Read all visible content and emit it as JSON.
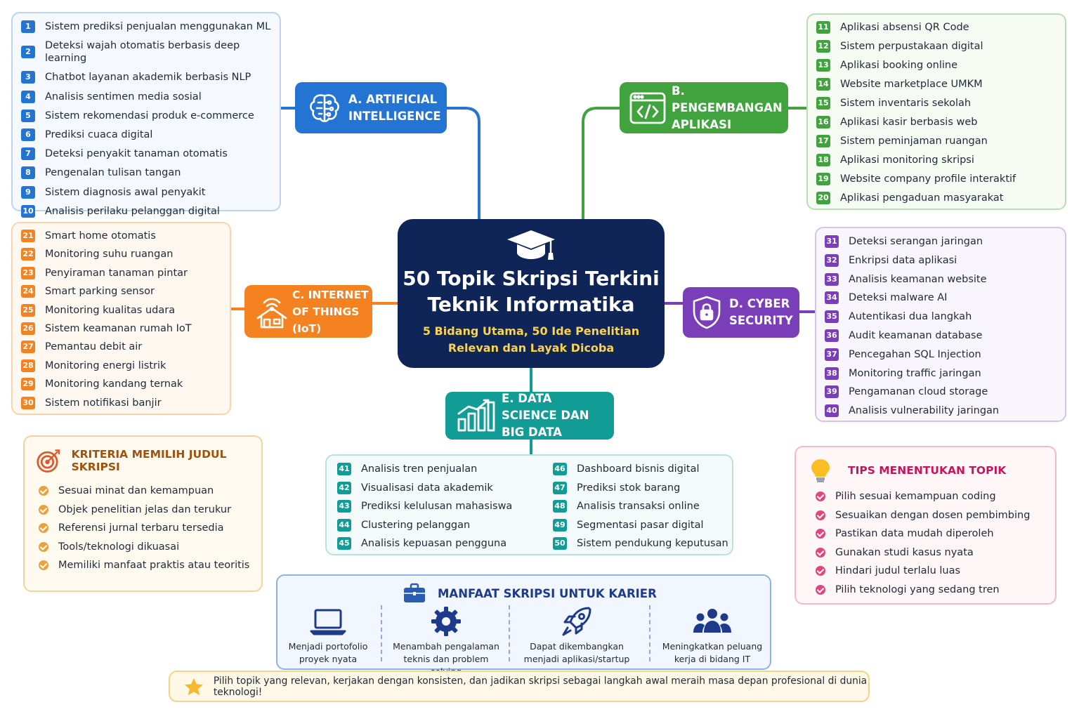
{
  "title": "50 Topik Skripsi Terkini Teknik Informatika",
  "subtitle": "5 Bidang Utama, 50 Ide Penelitian Relevan dan Layak Dicoba",
  "colors": {
    "ai": "#2474d4",
    "app": "#41a33e",
    "iot": "#f58220",
    "cyber": "#7a3fb8",
    "data": "#119c96",
    "center": "#0f2557"
  },
  "categories": {
    "ai": {
      "label": "A. ARTIFICIAL INTELLIGENCE",
      "icon": "brain-circuit-icon",
      "topics": [
        {
          "no": "1",
          "text": "Sistem prediksi penjualan menggunakan ML"
        },
        {
          "no": "2",
          "text": "Deteksi wajah otomatis berbasis deep learning"
        },
        {
          "no": "3",
          "text": "Chatbot layanan akademik berbasis NLP"
        },
        {
          "no": "4",
          "text": "Analisis sentimen media sosial"
        },
        {
          "no": "5",
          "text": "Sistem rekomendasi produk e-commerce"
        },
        {
          "no": "6",
          "text": "Prediksi cuaca digital"
        },
        {
          "no": "7",
          "text": "Deteksi penyakit tanaman otomatis"
        },
        {
          "no": "8",
          "text": "Pengenalan tulisan tangan"
        },
        {
          "no": "9",
          "text": "Sistem diagnosis awal penyakit"
        },
        {
          "no": "10",
          "text": "Analisis perilaku pelanggan digital"
        }
      ]
    },
    "app": {
      "label": "B. PENGEMBANGAN APLIKASI",
      "icon": "code-window-icon",
      "topics": [
        {
          "no": "11",
          "text": "Aplikasi absensi QR Code"
        },
        {
          "no": "12",
          "text": "Sistem perpustakaan digital"
        },
        {
          "no": "13",
          "text": "Aplikasi booking online"
        },
        {
          "no": "14",
          "text": "Website marketplace UMKM"
        },
        {
          "no": "15",
          "text": "Sistem inventaris sekolah"
        },
        {
          "no": "16",
          "text": "Aplikasi kasir berbasis web"
        },
        {
          "no": "17",
          "text": "Sistem peminjaman ruangan"
        },
        {
          "no": "18",
          "text": "Aplikasi monitoring skripsi"
        },
        {
          "no": "19",
          "text": "Website company profile interaktif"
        },
        {
          "no": "20",
          "text": "Aplikasi pengaduan masyarakat"
        }
      ]
    },
    "iot": {
      "label": "C. INTERNET OF THINGS (IoT)",
      "icon": "smart-home-icon",
      "topics": [
        {
          "no": "21",
          "text": "Smart home otomatis"
        },
        {
          "no": "22",
          "text": "Monitoring suhu ruangan"
        },
        {
          "no": "23",
          "text": "Penyiraman tanaman pintar"
        },
        {
          "no": "24",
          "text": "Smart parking sensor"
        },
        {
          "no": "25",
          "text": "Monitoring kualitas udara"
        },
        {
          "no": "26",
          "text": "Sistem keamanan rumah IoT"
        },
        {
          "no": "27",
          "text": "Pemantau debit air"
        },
        {
          "no": "28",
          "text": "Monitoring energi listrik"
        },
        {
          "no": "29",
          "text": "Monitoring kandang ternak"
        },
        {
          "no": "30",
          "text": "Sistem notifikasi banjir"
        }
      ]
    },
    "cyber": {
      "label": "D. CYBER SECURITY",
      "icon": "shield-lock-icon",
      "topics": [
        {
          "no": "31",
          "text": "Deteksi serangan jaringan"
        },
        {
          "no": "32",
          "text": "Enkripsi data aplikasi"
        },
        {
          "no": "33",
          "text": "Analisis keamanan website"
        },
        {
          "no": "34",
          "text": "Deteksi malware AI"
        },
        {
          "no": "35",
          "text": "Autentikasi dua langkah"
        },
        {
          "no": "36",
          "text": "Audit keamanan database"
        },
        {
          "no": "37",
          "text": "Pencegahan SQL Injection"
        },
        {
          "no": "38",
          "text": "Monitoring traffic jaringan"
        },
        {
          "no": "39",
          "text": "Pengamanan cloud storage"
        },
        {
          "no": "40",
          "text": "Analisis vulnerability jaringan"
        }
      ]
    },
    "data": {
      "label": "E. DATA SCIENCE DAN BIG DATA",
      "icon": "bar-chart-icon",
      "topics": [
        {
          "no": "41",
          "text": "Analisis tren penjualan"
        },
        {
          "no": "42",
          "text": "Visualisasi data akademik"
        },
        {
          "no": "43",
          "text": "Prediksi kelulusan mahasiswa"
        },
        {
          "no": "44",
          "text": "Clustering pelanggan"
        },
        {
          "no": "45",
          "text": "Analisis kepuasan pengguna"
        },
        {
          "no": "46",
          "text": "Dashboard bisnis digital"
        },
        {
          "no": "47",
          "text": "Prediksi stok barang"
        },
        {
          "no": "48",
          "text": "Analisis transaksi online"
        },
        {
          "no": "49",
          "text": "Segmentasi pasar digital"
        },
        {
          "no": "50",
          "text": "Sistem pendukung keputusan"
        }
      ]
    }
  },
  "kriteria": {
    "title": "KRITERIA MEMILIH JUDUL SKRIPSI",
    "items": [
      "Sesuai minat dan kemampuan",
      "Objek penelitian jelas dan terukur",
      "Referensi jurnal terbaru tersedia",
      "Tools/teknologi dikuasai",
      "Memiliki manfaat praktis atau teoritis"
    ]
  },
  "tips": {
    "title": "TIPS MENENTUKAN TOPIK",
    "items": [
      "Pilih sesuai kemampuan coding",
      "Sesuaikan dengan dosen pembimbing",
      "Pastikan data mudah diperoleh",
      "Gunakan studi kasus nyata",
      "Hindari judul terlalu luas",
      "Pilih teknologi yang sedang tren"
    ]
  },
  "manfaat": {
    "title": "MANFAAT SKRIPSI UNTUK KARIER",
    "items": [
      {
        "line1": "Menjadi portofolio",
        "line2": "proyek nyata",
        "icon": "laptop-icon"
      },
      {
        "line1": "Menambah pengalaman",
        "line2": "teknis dan problem solving",
        "icon": "gear-icon"
      },
      {
        "line1": "Dapat dikembangkan",
        "line2": "menjadi aplikasi/startup",
        "icon": "rocket-icon"
      },
      {
        "line1": "Meningkatkan peluang",
        "line2": "kerja di bidang IT",
        "icon": "people-icon"
      }
    ]
  },
  "footer": "Pilih topik yang relevan, kerjakan dengan konsisten, dan jadikan skripsi sebagai langkah awal meraih masa depan profesional di dunia teknologi!"
}
